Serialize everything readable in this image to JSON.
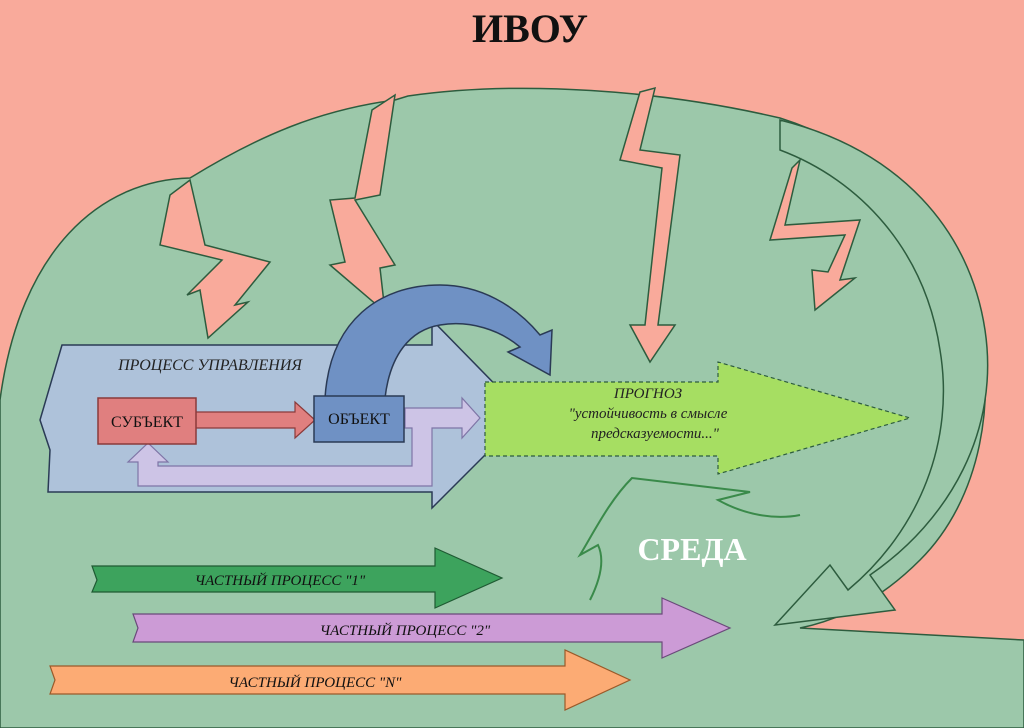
{
  "title": "ИВОУ",
  "environment_label": "СРЕДА",
  "management_process": {
    "label": "ПРОЦЕСС УПРАВЛЕНИЯ",
    "subject": "СУБЪЕКТ",
    "object": "ОБЪЕКТ"
  },
  "forecast": {
    "title": "ПРОГНОЗ",
    "line1": "\"устойчивость в смысле",
    "line2": "предсказуемости...\""
  },
  "partial_processes": [
    {
      "label": "ЧАСТНЫЙ ПРОЦЕСС \"1\"",
      "color": "#3da35d"
    },
    {
      "label": "ЧАСТНЫЙ ПРОЦЕСС \"2\"",
      "color": "#cc9bd6"
    },
    {
      "label": "ЧАСТНЫЙ ПРОЦЕСС \"N\"",
      "color": "#fcab74"
    }
  ],
  "colors": {
    "outer": "#f9aa9b",
    "environment": "#9cc8aa",
    "management_box": "#aec2da",
    "subject_box": "#e07f7f",
    "object_box": "#6f91c4",
    "forecast_arrow": "#a6de62",
    "feedback_arrow": "#cdc4e6",
    "lightning": "#f9aa9b"
  }
}
